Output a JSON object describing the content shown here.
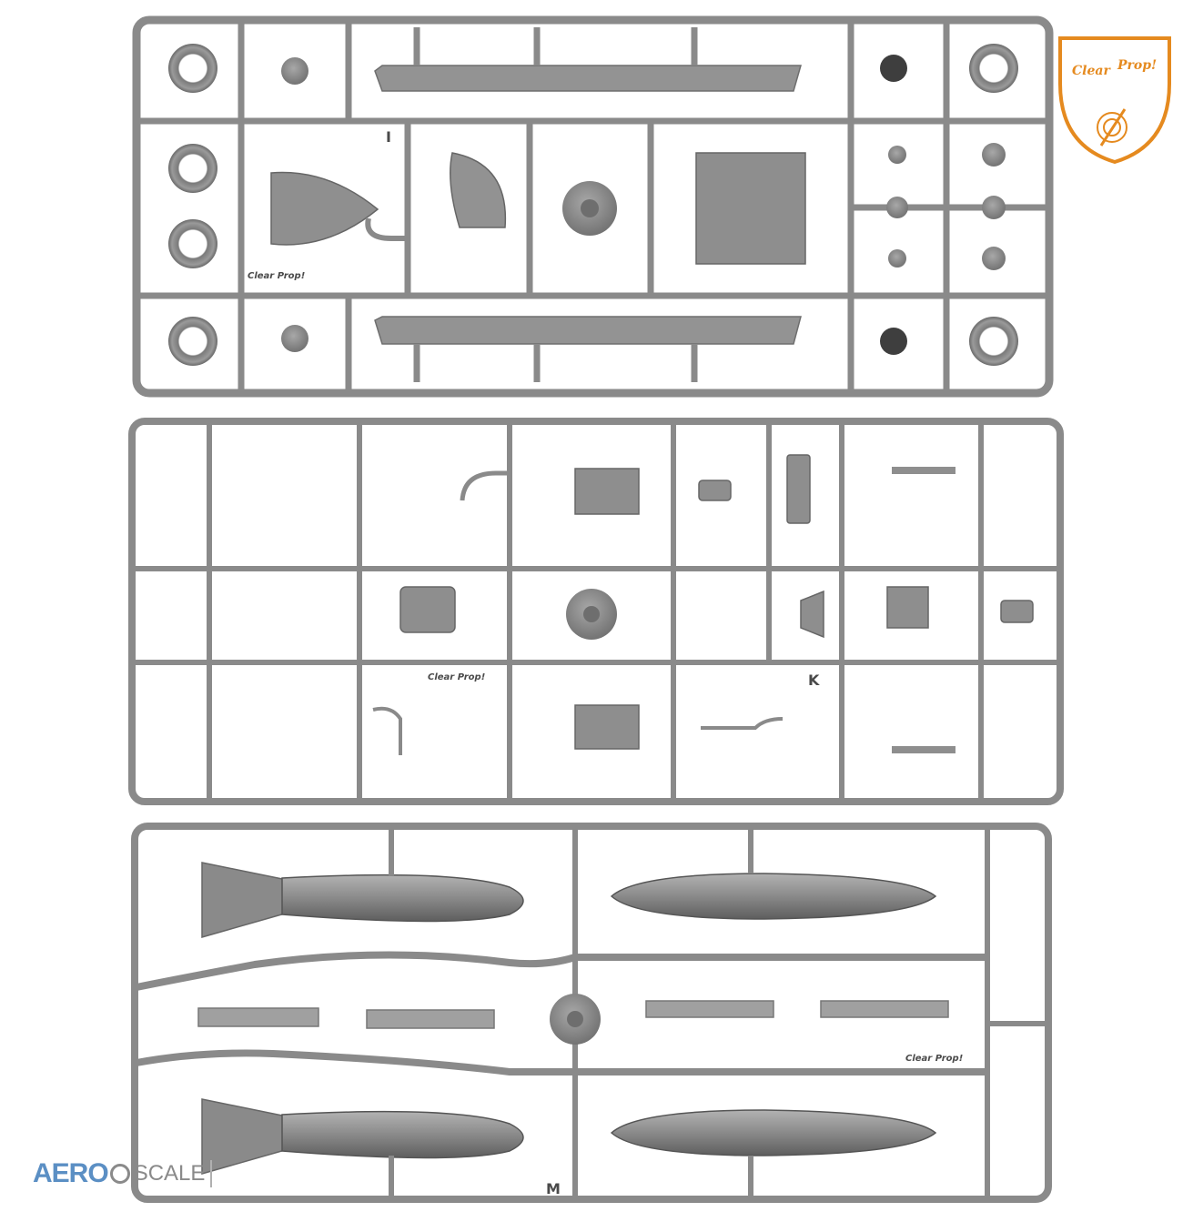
{
  "brand_logo": {
    "line1": "Clear",
    "line2": "Prop!",
    "color": "#e58a1f"
  },
  "sprue_labels": {
    "top_mark": "I",
    "middle_mark": "K",
    "bottom_mark": "M",
    "embossed_top": "Clear Prop!",
    "embossed_middle": "Clear Prop!",
    "embossed_bottom": "Clear Prop!"
  },
  "watermark": {
    "part1": "AERO",
    "part2": "SCALE"
  },
  "colors": {
    "plastic": "#8f8f8f",
    "plastic_dark": "#6e6e6e",
    "plastic_light": "#a8a8a8",
    "background": "#ffffff"
  }
}
